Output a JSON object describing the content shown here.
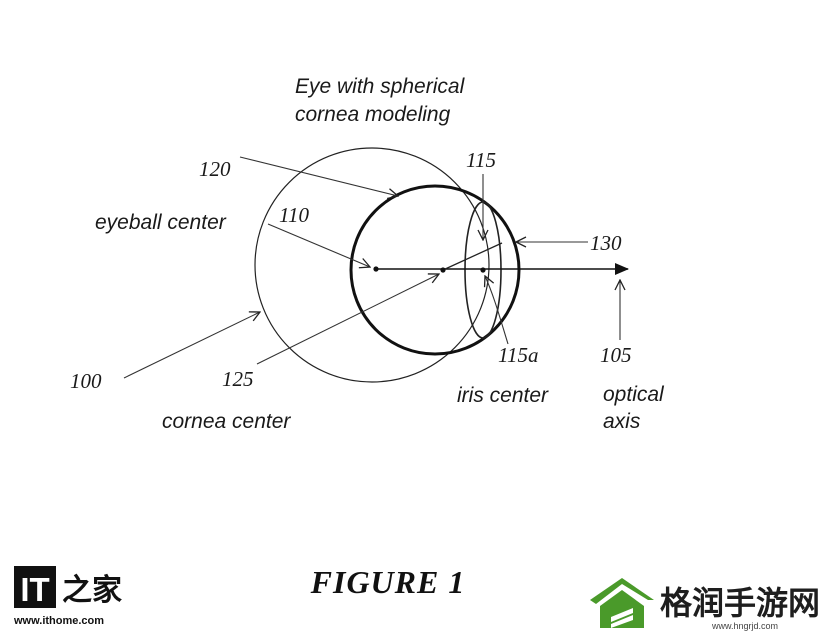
{
  "diagram": {
    "title_line1": "Eye with spherical",
    "title_line2": "cornea modeling",
    "labels": {
      "eyeball_center": "eyeball center",
      "cornea_center": "cornea center",
      "iris_center": "iris center",
      "optical_axis_line1": "optical",
      "optical_axis_line2": "axis"
    },
    "ref_numbers": {
      "n100": "100",
      "n105": "105",
      "n110": "110",
      "n115": "115",
      "n115a": "115a",
      "n120": "120",
      "n125": "125",
      "n130": "130"
    },
    "caption": "FIGURE 1"
  },
  "watermarks": {
    "ithome": {
      "logo_text": "IT",
      "chinese": "之家",
      "url": "www.ithome.com"
    },
    "hngrjd": {
      "chinese": "格润手游网",
      "url": "www.hngrjd.com",
      "logo_color": "#4a9a2a"
    }
  }
}
